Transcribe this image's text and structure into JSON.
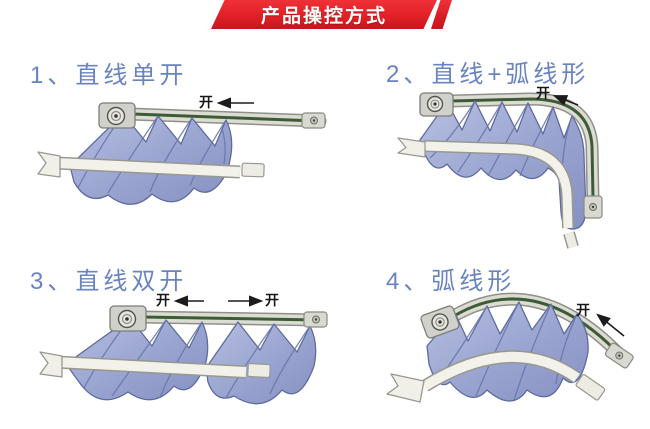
{
  "banner": {
    "title": "产品操控方式"
  },
  "sections": [
    {
      "title": "1、直线单开",
      "open_label": "开",
      "open_direction": "left"
    },
    {
      "title": "2、直线+弧线形",
      "open_label": "开",
      "open_direction": "up-left"
    },
    {
      "title": "3、直线双开",
      "open_label_left": "开",
      "open_label_right": "开",
      "open_direction": "outward-both"
    },
    {
      "title": "4、弧线形",
      "open_label": "开",
      "open_direction": "up-left"
    }
  ],
  "colors": {
    "banner_red": "#e22127",
    "title_blue": "#6983c2",
    "fabric_blue": "#98a3cf",
    "fabric_outline": "#5e6b9e",
    "track_gray": "#dcdcd4",
    "track_green": "#3d5c36",
    "rod_white": "#f2f2ea",
    "arrow_black": "#1c1c1c"
  }
}
